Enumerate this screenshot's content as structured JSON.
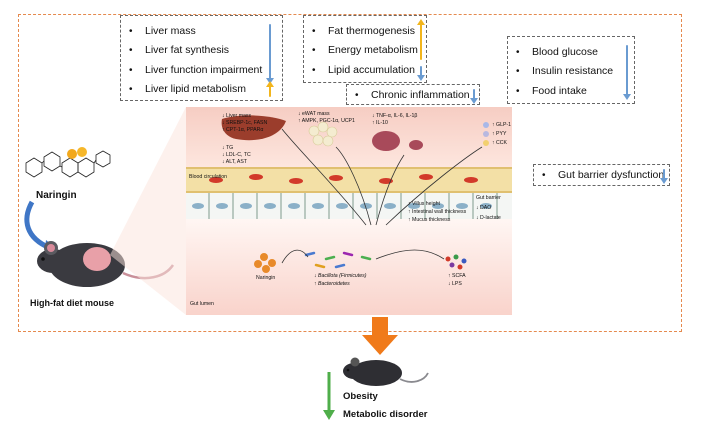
{
  "liver_box": {
    "items": [
      "Liver mass",
      "Liver fat synthesis",
      "Liver function impairment",
      "Liver lipid metabolism"
    ]
  },
  "fat_box": {
    "items": [
      "Fat thermogenesis",
      "Energy metabolism",
      "Lipid accumulation"
    ]
  },
  "glucose_box": {
    "items": [
      "Blood glucose",
      "Insulin resistance",
      "Food intake"
    ]
  },
  "inflammation_box": {
    "text": "Chronic inflammation"
  },
  "gut_barrier_box": {
    "text": "Gut barrier dysfunction"
  },
  "left": {
    "compound_label": "Naringin",
    "mouse_label": "High-fat diet mouse"
  },
  "bottom": {
    "outcome_1": "Obesity",
    "outcome_2": "Metabolic disorder"
  },
  "panel": {
    "blood_circulation": "Blood circulation",
    "gut_lumen": "Gut lumen",
    "naringin": "Naringin",
    "liver_lines": [
      "↓ Liver mass",
      "↓ SREBP-1c, FASN",
      "↑ CPT-1α, PPARα"
    ],
    "fat_lines": [
      "↓ eWAT mass",
      "↑ AMPK, PGC-1α, UCP1"
    ],
    "inflam_lines": [
      "↓ TNF-α, IL-6, IL-1β",
      "↑ IL-10"
    ],
    "blood_lines": [
      "↓ TG",
      "↓ LDL-C, TC",
      "↓ ALT, AST"
    ],
    "hormone_lines": [
      "↑ GLP-1",
      "↑ PYY",
      "↑ CCK"
    ],
    "villus_lines": [
      "↑ Villus height",
      "↑ Intestinal wall thickness",
      "↑ Mucus thickness"
    ],
    "barrier_lines": [
      "Gut barrier",
      "↓ DAO",
      "↓ D-lactate"
    ],
    "microbe_lines": [
      "↓ Bacillota (Firmicutes)",
      "↑ Bacteroidetes"
    ],
    "metabolite_lines": [
      "↑ SCFA",
      "↓ LPS"
    ]
  },
  "colors": {
    "frame": "#e58a4e",
    "down_arrow": "#6a9bd1",
    "up_arrow": "#f2b51c",
    "big_arrow": "#f07a1a",
    "green_arrow": "#4fae4a"
  }
}
